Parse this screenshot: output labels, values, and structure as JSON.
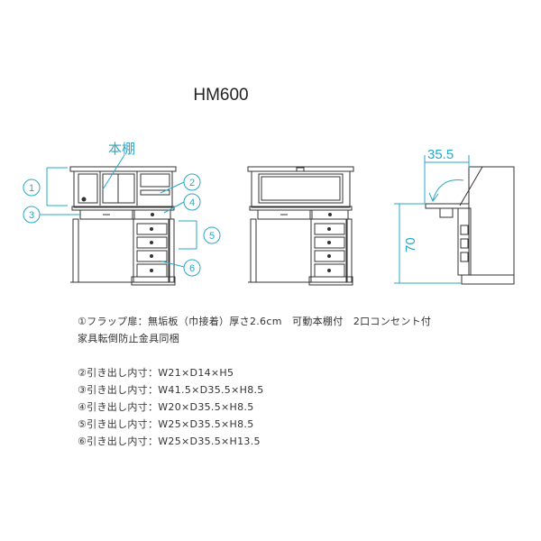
{
  "model": "HM600",
  "callouts": {
    "bookshelf": "本棚",
    "n1": "1",
    "n2": "2",
    "n3": "3",
    "n4": "4",
    "n5": "5",
    "n6": "6"
  },
  "dimensions": {
    "depth": "35.5",
    "height": "70"
  },
  "specs": {
    "line1": "①フラップ扉：無垢板（巾接着）厚さ2.6cm　可動本棚付　2口コンセント付",
    "line2": "家具転倒防止金具同梱",
    "items": [
      "②引き出し内寸：W21×D14×H5",
      "③引き出し内寸：W41.5×D35.5×H8.5",
      "④引き出し内寸：W20×D35.5×H8.5",
      "⑤引き出し内寸：W25×D35.5×H8.5",
      "⑥引き出し内寸：W25×D35.5×H13.5"
    ]
  },
  "colors": {
    "callout": "#2aa7c8",
    "line": "#333333"
  }
}
